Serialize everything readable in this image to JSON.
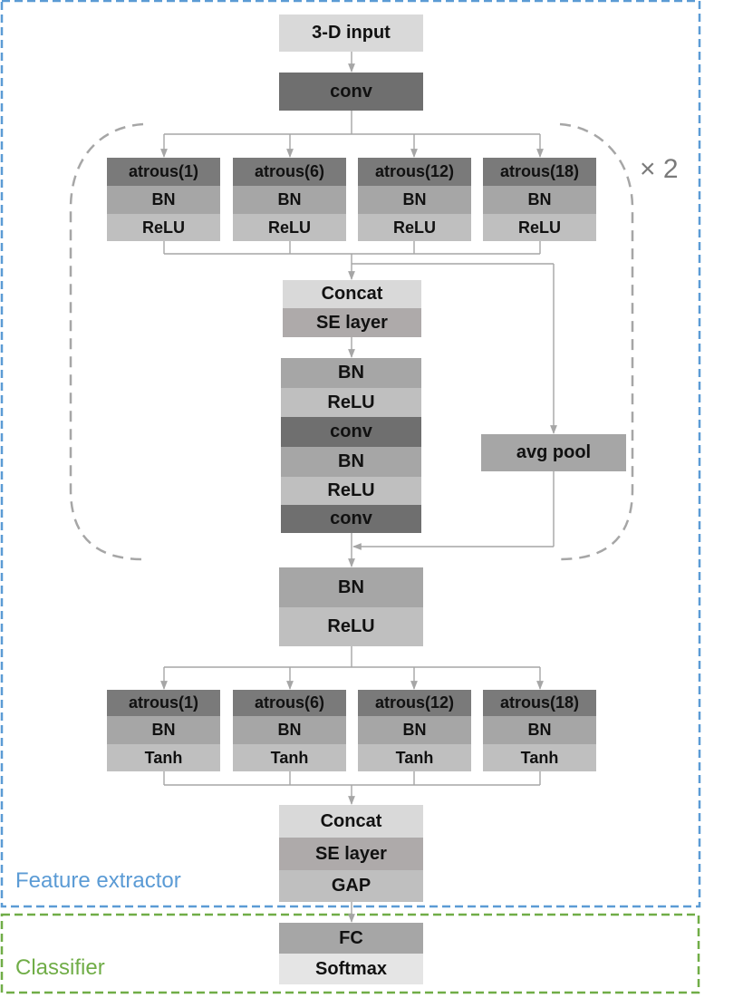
{
  "colors": {
    "feature_extractor_border": "#5b9bd5",
    "classifier_border": "#70ad47",
    "arrow": "#a6a6a6",
    "dashed_loop": "#a6a6a6"
  },
  "regions": {
    "feature_extractor_label": "Feature extractor",
    "classifier_label": "Classifier"
  },
  "repeat_label": "× 2",
  "blocks": {
    "input": "3-D input",
    "conv_top": "conv",
    "branch1_atrous": [
      "atrous(1)",
      "atrous(6)",
      "atrous(12)",
      "atrous(18)"
    ],
    "branch1_bn": "BN",
    "branch1_relu": "ReLU",
    "concat1": "Concat",
    "se1": "SE layer",
    "mid_stack": [
      "BN",
      "ReLU",
      "conv",
      "BN",
      "ReLU",
      "conv"
    ],
    "avg_pool": "avg pool",
    "post_bn": "BN",
    "post_relu": "ReLU",
    "branch2_atrous": [
      "atrous(1)",
      "atrous(6)",
      "atrous(12)",
      "atrous(18)"
    ],
    "branch2_bn": "BN",
    "branch2_tanh": "Tanh",
    "concat2": "Concat",
    "se2": "SE layer",
    "gap": "GAP",
    "fc": "FC",
    "softmax": "Softmax"
  }
}
